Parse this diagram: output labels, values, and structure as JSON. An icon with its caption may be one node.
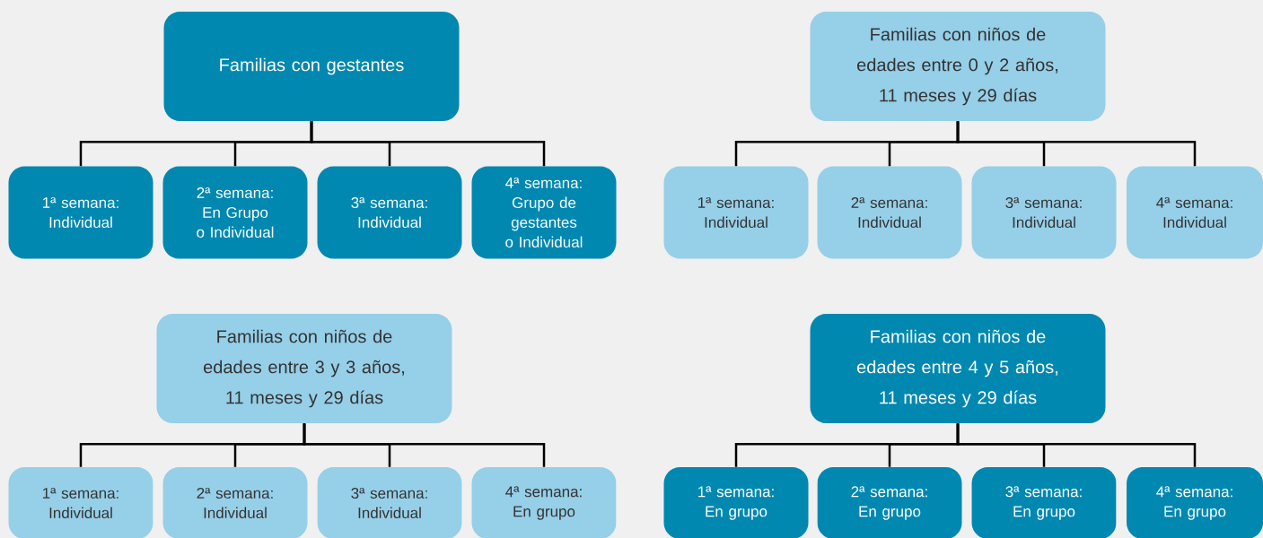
{
  "diagram": {
    "nodes": [
      {
        "text": [
          "Familias con gestantes"
        ]
      },
      {
        "text": [
          "1ª semana: Individual"
        ]
      },
      {
        "text": [
          "2ª semana: En Grupo o Individual"
        ]
      },
      {
        "text": [
          "3ª semana: Individual"
        ]
      },
      {
        "text": [
          "4ª semana: Grupo de gestantes o Individual"
        ]
      },
      {
        "text": [
          "Familias con niños de edades entre 0 y 2 años, 11 meses y 29 días"
        ]
      },
      {
        "text": [
          "1ª semana: Individual"
        ]
      },
      {
        "text": [
          "2ª semana: Individual"
        ]
      },
      {
        "text": [
          "3ª semana: Individual"
        ]
      },
      {
        "text": [
          "4ª semana: Individual"
        ]
      },
      {
        "text": [
          "Familias con niños de edades entre 3 y 3 años, 11 meses y 29 días"
        ]
      },
      {
        "text": [
          "1ª semana: Individual"
        ]
      },
      {
        "text": [
          "2ª semana: Individual"
        ]
      },
      {
        "text": [
          "3ª semana: Individual"
        ]
      },
      {
        "text": [
          "4ª semana: En grupo"
        ]
      },
      {
        "text": [
          "Familias con niños de edades entre 4 y 5 años, 11 meses y 29 días"
        ]
      },
      {
        "text": [
          "1ª semana: En grupo"
        ]
      },
      {
        "text": [
          "2ª semana: En grupo"
        ]
      },
      {
        "text": [
          "3ª semana: En grupo"
        ]
      },
      {
        "text": [
          "4ª semana: En grupo"
        ]
      }
    ],
    "edges": [
      {
        "from": 0,
        "to": 1,
        "arrow": "none"
      },
      {
        "from": 0,
        "to": 2,
        "arrow": "none"
      },
      {
        "from": 0,
        "to": 3,
        "arrow": "none"
      },
      {
        "from": 0,
        "to": 4,
        "arrow": "none"
      },
      {
        "from": 5,
        "to": 6,
        "arrow": "none"
      },
      {
        "from": 5,
        "to": 7,
        "arrow": "none"
      },
      {
        "from": 5,
        "to": 8,
        "arrow": "none"
      },
      {
        "from": 5,
        "to": 9,
        "arrow": "none"
      },
      {
        "from": 10,
        "to": 11,
        "arrow": "none"
      },
      {
        "from": 10,
        "to": 12,
        "arrow": "none"
      },
      {
        "from": 10,
        "to": 13,
        "arrow": "none"
      },
      {
        "from": 10,
        "to": 14,
        "arrow": "none"
      },
      {
        "from": 15,
        "to": 16,
        "arrow": "none"
      },
      {
        "from": 15,
        "to": 17,
        "arrow": "none"
      },
      {
        "from": 15,
        "to": 18,
        "arrow": "none"
      },
      {
        "from": 15,
        "to": 19,
        "arrow": "none"
      }
    ]
  }
}
